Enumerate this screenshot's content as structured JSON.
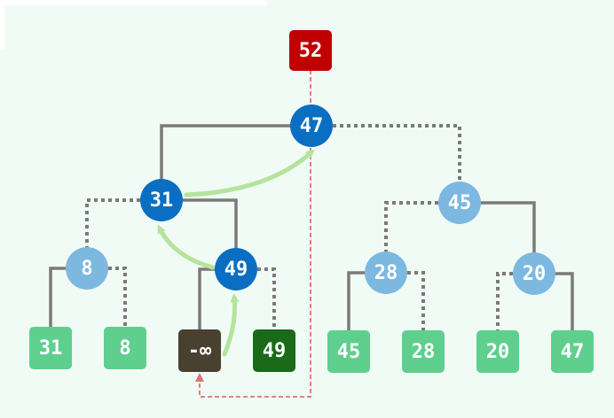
{
  "colors": {
    "background": "#f1fbf5",
    "edge_solid": "#7a7a7a",
    "edge_dotted": "#7a7a7a",
    "node_active": "#0a6fc2",
    "node_inactive": "#7db8e0",
    "leaf_default": "#5fcf8e",
    "leaf_winner": "#1a6a1a",
    "leaf_empty": "#4a4030",
    "output_box": "#c00000",
    "replay_arrow": "#b5e39c",
    "path_line": "#e07070"
  },
  "output": {
    "label": "52"
  },
  "internal_nodes": [
    {
      "id": "root",
      "label": "47",
      "state": "active"
    },
    {
      "id": "n31",
      "label": "31",
      "state": "active"
    },
    {
      "id": "n45",
      "label": "45",
      "state": "inactive"
    },
    {
      "id": "n8",
      "label": "8",
      "state": "inactive"
    },
    {
      "id": "n49",
      "label": "49",
      "state": "active"
    },
    {
      "id": "n28",
      "label": "28",
      "state": "inactive"
    },
    {
      "id": "n20",
      "label": "20",
      "state": "inactive"
    }
  ],
  "leaves": [
    {
      "id": "l1",
      "label": "31",
      "state": "default"
    },
    {
      "id": "l2",
      "label": "8",
      "state": "default"
    },
    {
      "id": "l3",
      "label": "-∞",
      "state": "empty"
    },
    {
      "id": "l4",
      "label": "49",
      "state": "winner"
    },
    {
      "id": "l5",
      "label": "45",
      "state": "default"
    },
    {
      "id": "l6",
      "label": "28",
      "state": "default"
    },
    {
      "id": "l7",
      "label": "20",
      "state": "default"
    },
    {
      "id": "l8",
      "label": "47",
      "state": "default"
    }
  ],
  "edges": [
    {
      "from": "root",
      "to": "n31",
      "style": "solid"
    },
    {
      "from": "root",
      "to": "n45",
      "style": "dotted"
    },
    {
      "from": "n31",
      "to": "n8",
      "style": "dotted"
    },
    {
      "from": "n31",
      "to": "n49",
      "style": "solid"
    },
    {
      "from": "n45",
      "to": "n28",
      "style": "dotted"
    },
    {
      "from": "n45",
      "to": "n20",
      "style": "solid"
    },
    {
      "from": "n8",
      "to": "l1",
      "style": "solid"
    },
    {
      "from": "n8",
      "to": "l2",
      "style": "dotted"
    },
    {
      "from": "n49",
      "to": "l3",
      "style": "solid"
    },
    {
      "from": "n49",
      "to": "l4",
      "style": "dotted"
    },
    {
      "from": "n28",
      "to": "l5",
      "style": "solid"
    },
    {
      "from": "n28",
      "to": "l6",
      "style": "dotted"
    },
    {
      "from": "n20",
      "to": "l7",
      "style": "dotted"
    },
    {
      "from": "n20",
      "to": "l8",
      "style": "solid"
    }
  ],
  "replay_arrows": [
    {
      "from": "l3",
      "to": "n49"
    },
    {
      "from": "n49",
      "to": "n31"
    },
    {
      "from": "n31",
      "to": "root"
    }
  ],
  "path_arrow": {
    "from": "output",
    "to": "l3"
  }
}
